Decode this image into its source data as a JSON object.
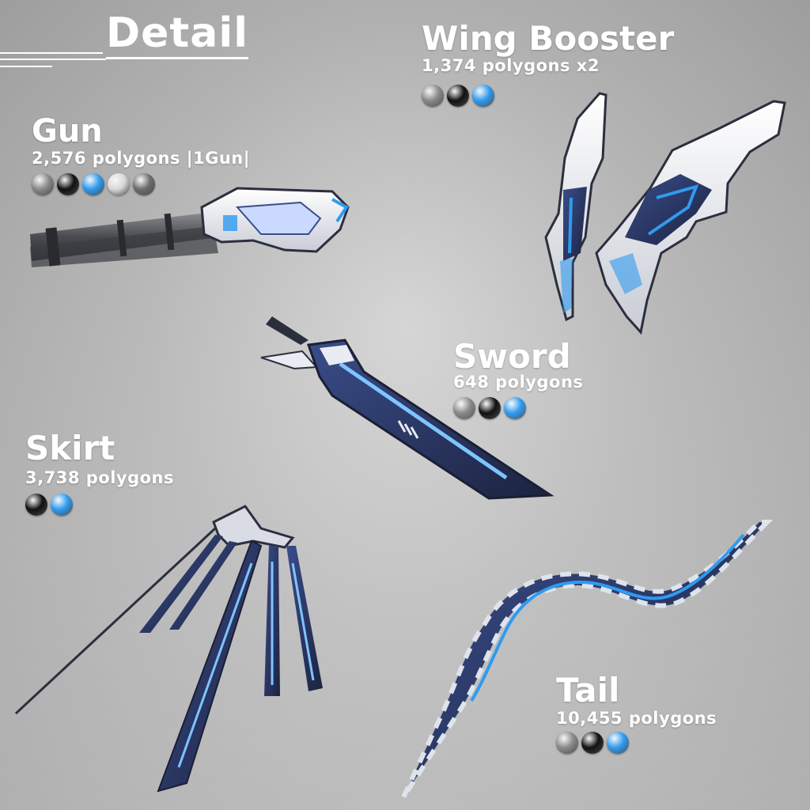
{
  "heading": "Detail",
  "colors": {
    "gray": "#8a8a8a",
    "black": "#111111",
    "blue": "#2f9bf0",
    "white": "#d8d8d8",
    "darkgray": "#6d6d6d"
  },
  "items": [
    {
      "key": "wing",
      "name": "Wing Booster",
      "polygons": "1,374 polygons x2",
      "swatches": [
        "gray",
        "black",
        "blue"
      ]
    },
    {
      "key": "gun",
      "name": "Gun",
      "polygons": "2,576 polygons |1Gun|",
      "swatches": [
        "gray",
        "black",
        "blue",
        "white",
        "darkgray"
      ]
    },
    {
      "key": "sword",
      "name": "Sword",
      "polygons": "648 polygons",
      "swatches": [
        "gray",
        "black",
        "blue"
      ]
    },
    {
      "key": "skirt",
      "name": "Skirt",
      "polygons": "3,738 polygons",
      "swatches": [
        "black",
        "blue"
      ]
    },
    {
      "key": "tail",
      "name": "Tail",
      "polygons": "10,455 polygons",
      "swatches": [
        "gray",
        "black",
        "blue"
      ]
    }
  ]
}
